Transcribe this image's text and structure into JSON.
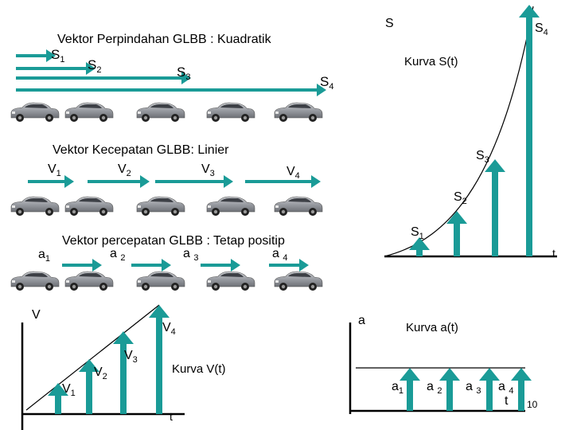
{
  "displacement": {
    "title": "Vektor Perpindahan GLBB : Kuadratik",
    "labels": [
      {
        "main": "S",
        "sub": "1"
      },
      {
        "main": "S",
        "sub": "2"
      },
      {
        "main": "S",
        "sub": "3"
      },
      {
        "main": "S",
        "sub": "4"
      }
    ]
  },
  "velocity": {
    "title": "Vektor Kecepatan GLBB: Linier",
    "labels": [
      {
        "main": "V",
        "sub": "1"
      },
      {
        "main": "V",
        "sub": "2"
      },
      {
        "main": "V",
        "sub": "3"
      },
      {
        "main": "V",
        "sub": "4"
      }
    ]
  },
  "acceleration": {
    "title": "Vektor percepatan GLBB : Tetap positip",
    "labels": [
      {
        "main": "a",
        "sub": "1"
      },
      {
        "main": "a",
        "sub": "2"
      },
      {
        "main": "a",
        "sub": "3"
      },
      {
        "main": "a",
        "sub": "4"
      }
    ]
  },
  "curve_s": {
    "title": "Kurva S(t)",
    "y_axis": "S",
    "x_axis": "t",
    "labels": [
      {
        "main": "S",
        "sub": "1"
      },
      {
        "main": "S",
        "sub": "2"
      },
      {
        "main": "S",
        "sub": "3"
      },
      {
        "main": "S",
        "sub": "4"
      }
    ]
  },
  "curve_v": {
    "title": "Kurva V(t)",
    "y_axis": "V",
    "x_axis": "t",
    "labels": [
      {
        "main": "V",
        "sub": "1"
      },
      {
        "main": "V",
        "sub": "2"
      },
      {
        "main": "V",
        "sub": "3"
      },
      {
        "main": "V",
        "sub": "4"
      }
    ]
  },
  "curve_a": {
    "title": "Kurva a(t)",
    "y_axis": "a",
    "x_axis": "t",
    "labels": [
      {
        "main": "a",
        "sub": "1"
      },
      {
        "main": "a",
        "sub": "2"
      },
      {
        "main": "a",
        "sub": "3"
      },
      {
        "main": "a",
        "sub": "4"
      }
    ]
  },
  "slide_number": "10",
  "colors": {
    "arrow": "#1a9b97",
    "axis": "#000000",
    "car_body": "#9a9da3"
  },
  "icons": [
    "car-icon"
  ]
}
